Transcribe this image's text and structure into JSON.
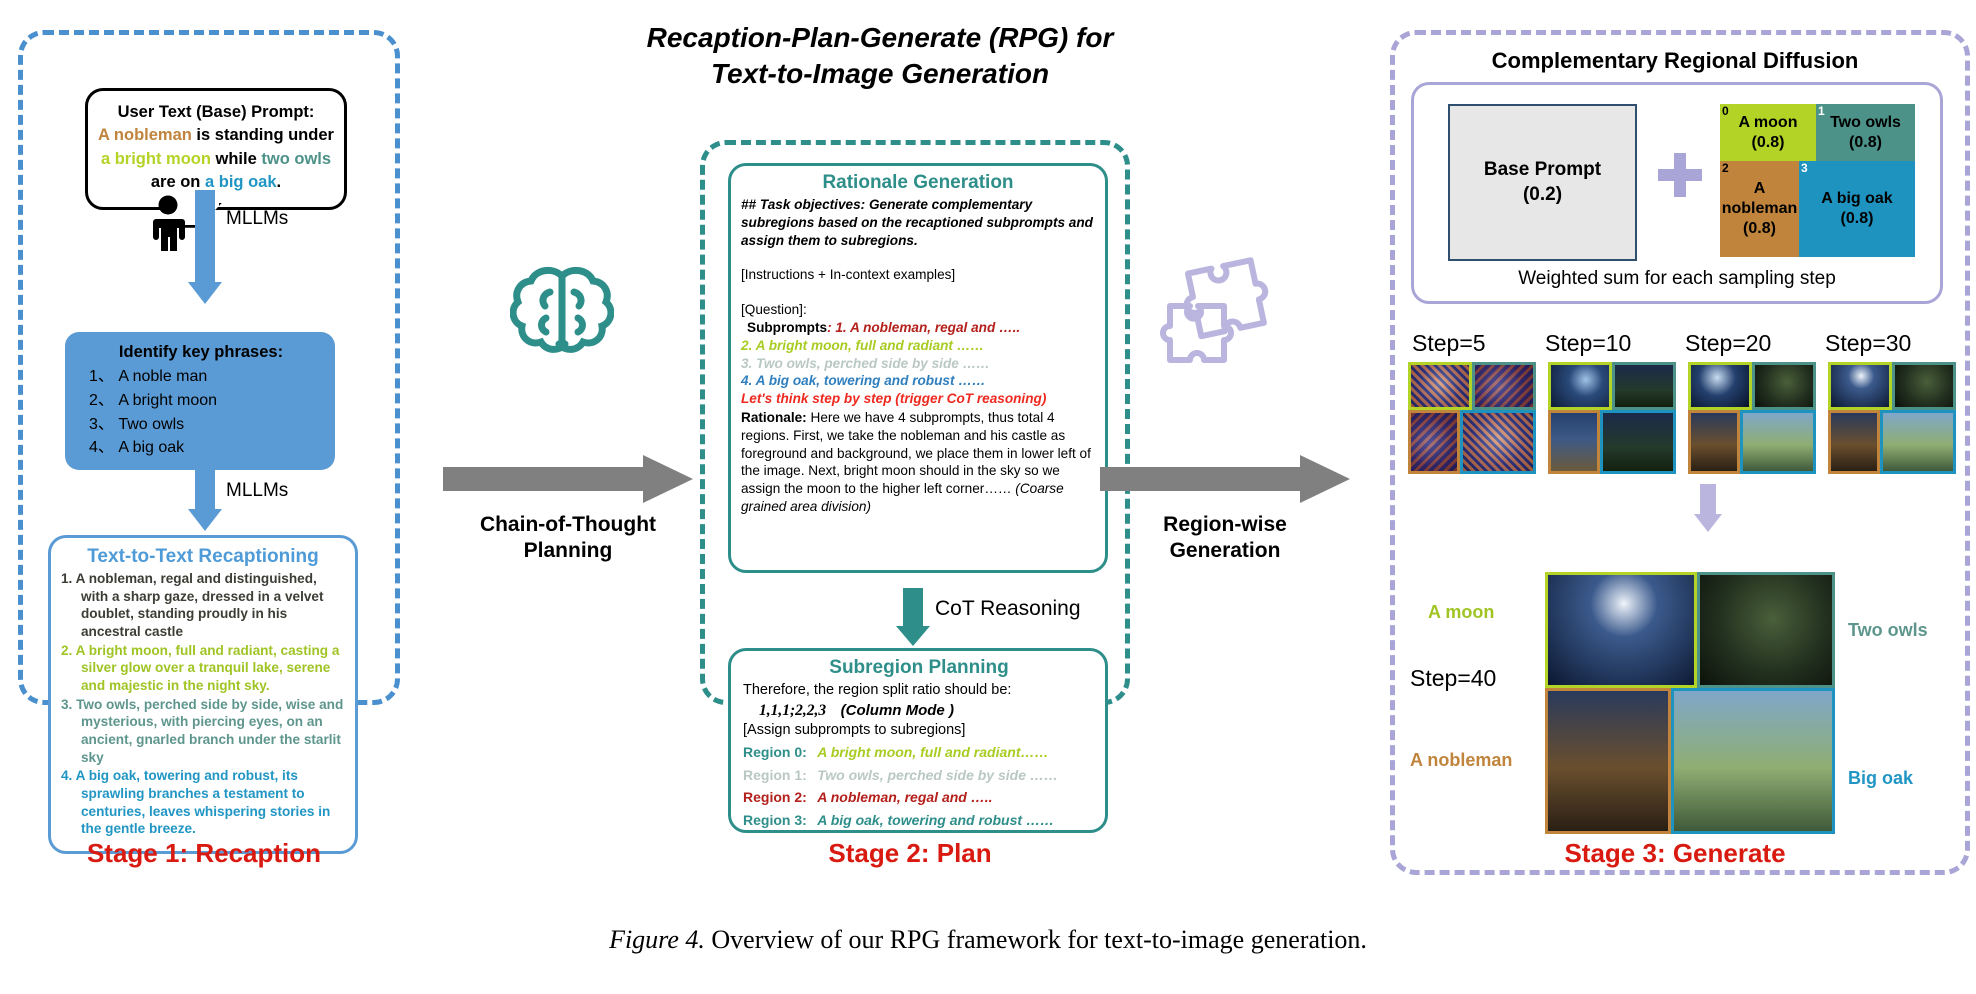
{
  "figure": {
    "main_title_line1": "Recaption-Plan-Generate (RPG) for",
    "main_title_line2": "Text-to-Image Generation",
    "caption_prefix": "Figure 4.",
    "caption_text": "Overview of our RPG framework for text-to-image generation."
  },
  "colors": {
    "stage_blue": "#4a90cf",
    "stage_teal": "#2e8e8a",
    "stage_purple": "#a9a5d6",
    "red_label": "#d91a10",
    "arrow_blue": "#5b9bd5",
    "noble_brown": "#c0843c",
    "moon_green": "#b4d327",
    "owl_teal": "#4d9289",
    "oak_blue": "#2196c4"
  },
  "stage1": {
    "label": "Stage 1: Recaption",
    "bubble": {
      "title": "User Text (Base) Prompt",
      "colon": ":",
      "seg_noble": "A nobleman",
      "seg_mid1": " is standing under ",
      "seg_moon": "a bright moon",
      "seg_mid2": " while ",
      "seg_owls": "two owls",
      "seg_mid3": " are on ",
      "seg_oak": "a big oak",
      "seg_end": "."
    },
    "arrow1_label": "MLLMs",
    "arrow2_label": "MLLMs",
    "keyphrases": {
      "title": "Identify key phrases:",
      "items": [
        "1、 A noble man",
        "2、 A bright moon",
        "3、 Two owls",
        "4、 A big oak"
      ]
    },
    "recaption": {
      "title": "Text-to-Text Recaptioning",
      "items": [
        "1. A nobleman, regal and distinguished, with a sharp gaze, dressed in a velvet doublet, standing proudly in his ancestral castle",
        "2. A bright moon, full and radiant, casting a silver glow over a tranquil lake, serene and majestic in the night sky.",
        "3. Two owls, perched side by side, wise and mysterious, with piercing eyes, on an ancient, gnarled branch under the starlit sky",
        "4. A big oak, towering and robust, its sprawling branches a testament to centuries, leaves whispering stories in the gentle breeze."
      ]
    }
  },
  "stage2": {
    "label": "Stage 2: Plan",
    "left_arrow_label_line1": "Chain-of-Thought",
    "left_arrow_label_line2": "Planning",
    "right_arrow_label_line1": "Region-wise",
    "right_arrow_label_line2": "Generation",
    "cot_arrow_label": "CoT Reasoning",
    "rationale": {
      "title": "Rationale Generation",
      "task_objectives": "## Task objectives: Generate complementary subregions based on the recaptioned subprompts and assign them to subregions.",
      "instructions": "[Instructions + In-context examples]",
      "question_header": "[Question]:",
      "subprompts_label": "Subprompts",
      "subprompt_1": "1. A nobleman, regal and …..",
      "subprompt_2": "2. A bright moon, full and radiant ……",
      "subprompt_3": "3. Two owls, perched side by side ……",
      "subprompt_4": "4. A big oak, towering and robust ……",
      "cot_trigger": "Let's think step by step (trigger CoT reasoning)",
      "rationale_label": "Rationale:",
      "rationale_body": "Here we have 4 subprompts, thus total 4 regions. First, we take the nobleman and his castle as foreground and background, we place them in lower left of the image. Next, bright moon should in the sky so we assign the moon to the higher left corner……",
      "rationale_note": "(Coarse grained area division)"
    },
    "subregion": {
      "title": "Subregion Planning",
      "therefore": "Therefore, the region split ratio should be:",
      "ratio": "1,1,1;2,2,3",
      "mode": "(Column Mode )",
      "assign_header": "[Assign subprompts to subregions]",
      "regions": [
        {
          "label": "Region 0:",
          "text": "A bright moon, full and  radiant……"
        },
        {
          "label": "Region 1:",
          "text": "Two owls, perched side by side ……"
        },
        {
          "label": "Region 2:",
          "text": "A nobleman, regal and ….."
        },
        {
          "label": "Region 3:",
          "text": "A big oak, towering and robust  ……"
        }
      ]
    }
  },
  "stage3": {
    "label": "Stage 3: Generate",
    "panel_title": "Complementary Regional Diffusion",
    "base_prompt_label": "Base Prompt",
    "base_prompt_weight": "(0.2)",
    "plus_sign": "+",
    "weighted_sum": "Weighted sum for each sampling step",
    "regions": [
      {
        "index": "0",
        "name": "A moon",
        "weight": "(0.8)",
        "color": "#b4d327"
      },
      {
        "index": "1",
        "name": "Two owls",
        "weight": "(0.8)",
        "color": "#4d9289"
      },
      {
        "index": "2",
        "name": "A nobleman",
        "weight": "(0.8)",
        "color": "#c0843c"
      },
      {
        "index": "3",
        "name": "A big oak",
        "weight": "(0.8)",
        "color": "#2196c4"
      }
    ],
    "steps": [
      "Step=5",
      "Step=10",
      "Step=20",
      "Step=30"
    ],
    "final_step": "Step=40",
    "captions": {
      "moon": "A moon",
      "owls": "Two owls",
      "nobleman": "A nobleman",
      "oak": "Big oak"
    }
  }
}
